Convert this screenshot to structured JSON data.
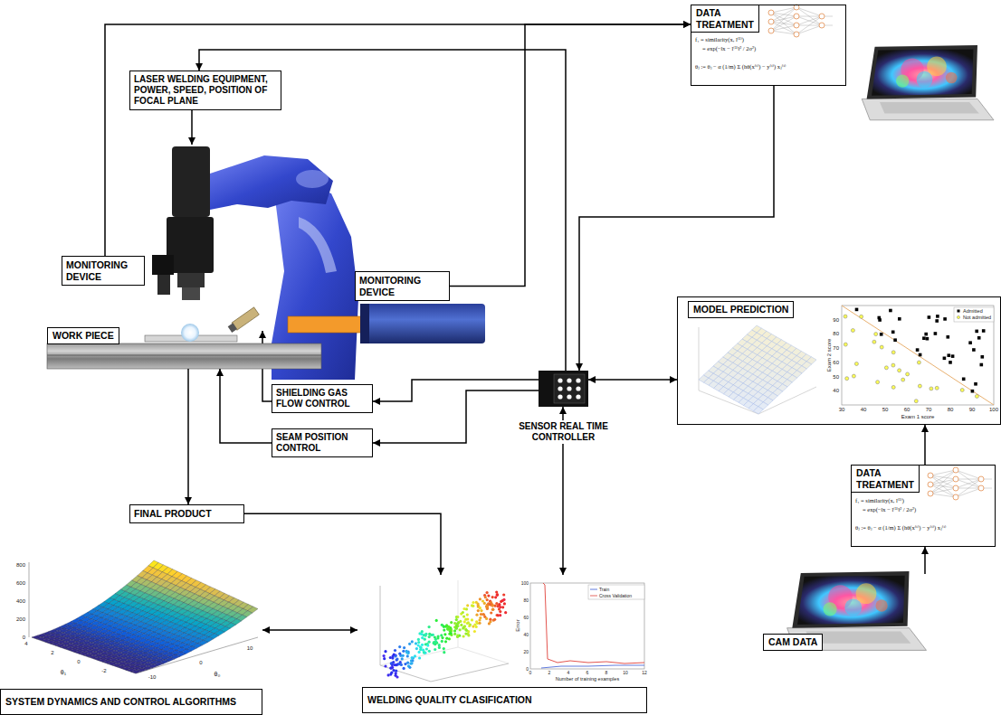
{
  "diagram": {
    "nodes": [
      {
        "text": [
          "DATA TREATMENT"
        ]
      },
      {
        "text": [
          "LASER WELDING EQUIPMENT, POWER, SPEED, POSITION OF FOCAL PLANE"
        ]
      },
      {
        "text": [
          "MONITORING DEVICE"
        ]
      },
      {
        "text": [
          "MONITORING DEVICE"
        ]
      },
      {
        "text": [
          "WORK PIECE"
        ]
      },
      {
        "text": [
          "MODEL PREDICTION"
        ]
      },
      {
        "text": [
          "SHIELDING GAS FLOW CONTROL"
        ]
      },
      {
        "text": [
          "SENSOR REAL TIME CONTROLLER"
        ]
      },
      {
        "text": [
          "SEAM POSITION CONTROL"
        ]
      },
      {
        "text": [
          "FINAL PRODUCT"
        ]
      },
      {
        "text": [
          "DATA TREATMENT"
        ]
      },
      {
        "text": [
          "SYSTEM DYNAMICS AND CONTROL ALGORITHMS"
        ]
      },
      {
        "text": [
          "WELDING QUALITY CLASIFICATION"
        ]
      },
      {
        "text": [
          "CAM DATA"
        ]
      }
    ],
    "edges": [
      {
        "from": 2,
        "to": 0,
        "arrow": "to"
      },
      {
        "from": 3,
        "to": 0,
        "arrow": "to"
      },
      {
        "from": 7,
        "to": 1,
        "arrow": "to"
      },
      {
        "from": 0,
        "to": 7,
        "arrow": "to"
      },
      {
        "from": 7,
        "to": 6,
        "arrow": "to"
      },
      {
        "from": 7,
        "to": 8,
        "arrow": "to"
      },
      {
        "from": 8,
        "to": 4,
        "arrow": "to"
      },
      {
        "from": 4,
        "to": 9,
        "arrow": "to"
      },
      {
        "from": 9,
        "to": 12,
        "arrow": "to"
      },
      {
        "from": 7,
        "to": 12,
        "arrow": "both"
      },
      {
        "from": 7,
        "to": 5,
        "arrow": "both"
      },
      {
        "from": 11,
        "to": 12,
        "arrow": "both"
      },
      {
        "from": 13,
        "to": 10,
        "arrow": "to"
      },
      {
        "from": 10,
        "to": 5,
        "arrow": "to"
      }
    ],
    "labels": [
      "f₁ = similarity(x, l⁽¹⁾)",
      "= exp(−‖x − l⁽¹⁾‖² / 2σ²)",
      "θⱼ := θⱼ − α (1/m) Σ (hθ(x⁽ⁱ⁾) − y⁽ⁱ⁾) xⱼ⁽ⁱ⁾",
      "f₁ = similarity(x, l⁽¹⁾)",
      "= exp(−‖x − l⁽¹⁾‖² / 2σ²)",
      "θⱼ := θⱼ − α (1/m) Σ (hθ(x⁽ⁱ⁾) − y⁽ⁱ⁾) xⱼ⁽ⁱ⁾",
      "Admitted",
      "Not admitted",
      "Exam 1 score",
      "Exam 2 score",
      "30",
      "40",
      "50",
      "60",
      "70",
      "80",
      "90",
      "100",
      "90",
      "80",
      "70",
      "60",
      "50",
      "40",
      "800",
      "600",
      "400",
      "200",
      "0",
      "4",
      "2",
      "0",
      "-2",
      "-10",
      "0",
      "10",
      "θ₁",
      "θ₀",
      "Error",
      "Number of training examples",
      "Train",
      "Cross Validation",
      "0",
      "2",
      "4",
      "6",
      "8",
      "10",
      "12",
      "0",
      "20",
      "40",
      "60",
      "80",
      "100"
    ]
  }
}
